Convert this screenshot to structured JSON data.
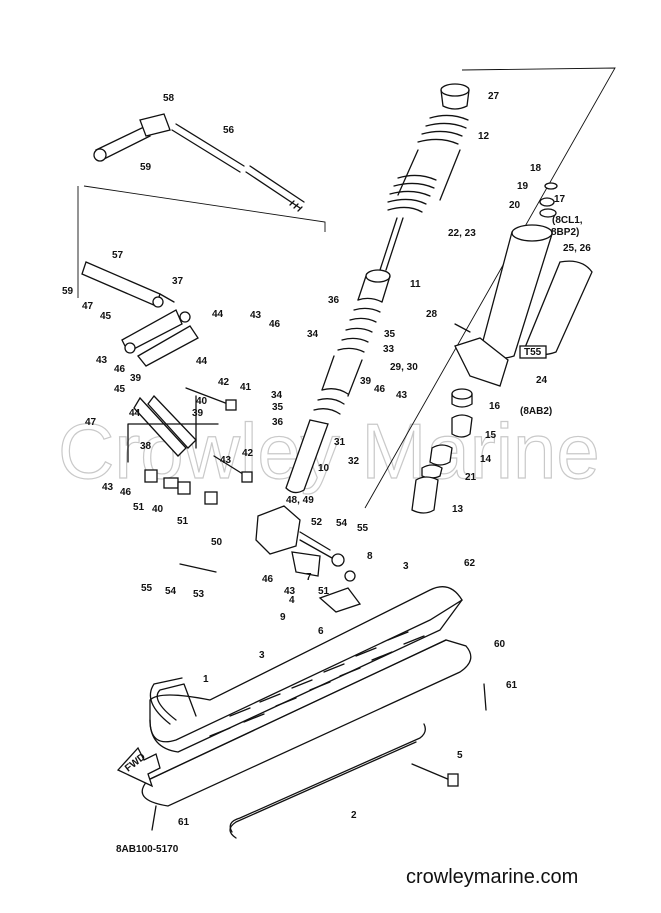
{
  "watermark": "Crowley Marine",
  "diagram_code": "8AB100-5170",
  "site_url": "crowleymarine.com",
  "callouts": [
    "27",
    "12",
    "11",
    "58",
    "56",
    "59",
    "57",
    "59",
    "47",
    "45",
    "43",
    "46",
    "39",
    "47",
    "45",
    "44",
    "38",
    "43",
    "46",
    "51",
    "40",
    "51",
    "37",
    "44",
    "43",
    "46",
    "40",
    "39",
    "44",
    "42",
    "41",
    "42",
    "43",
    "48, 49",
    "52",
    "50",
    "54",
    "55",
    "55",
    "54",
    "53",
    "46",
    "43",
    "7",
    "8",
    "51",
    "4",
    "36",
    "34",
    "35",
    "33",
    "29, 30",
    "39",
    "46",
    "43",
    "34",
    "35",
    "36",
    "31",
    "32",
    "10",
    "18",
    "17",
    "19",
    "20",
    "(8CL1,",
    "8BP2)",
    "22, 23",
    "25, 26",
    "28",
    "24",
    "(8AB2)",
    "16",
    "15",
    "14",
    "21",
    "13",
    "62",
    "3",
    "9",
    "6",
    "3",
    "1",
    "60",
    "61",
    "5",
    "2",
    "61"
  ]
}
